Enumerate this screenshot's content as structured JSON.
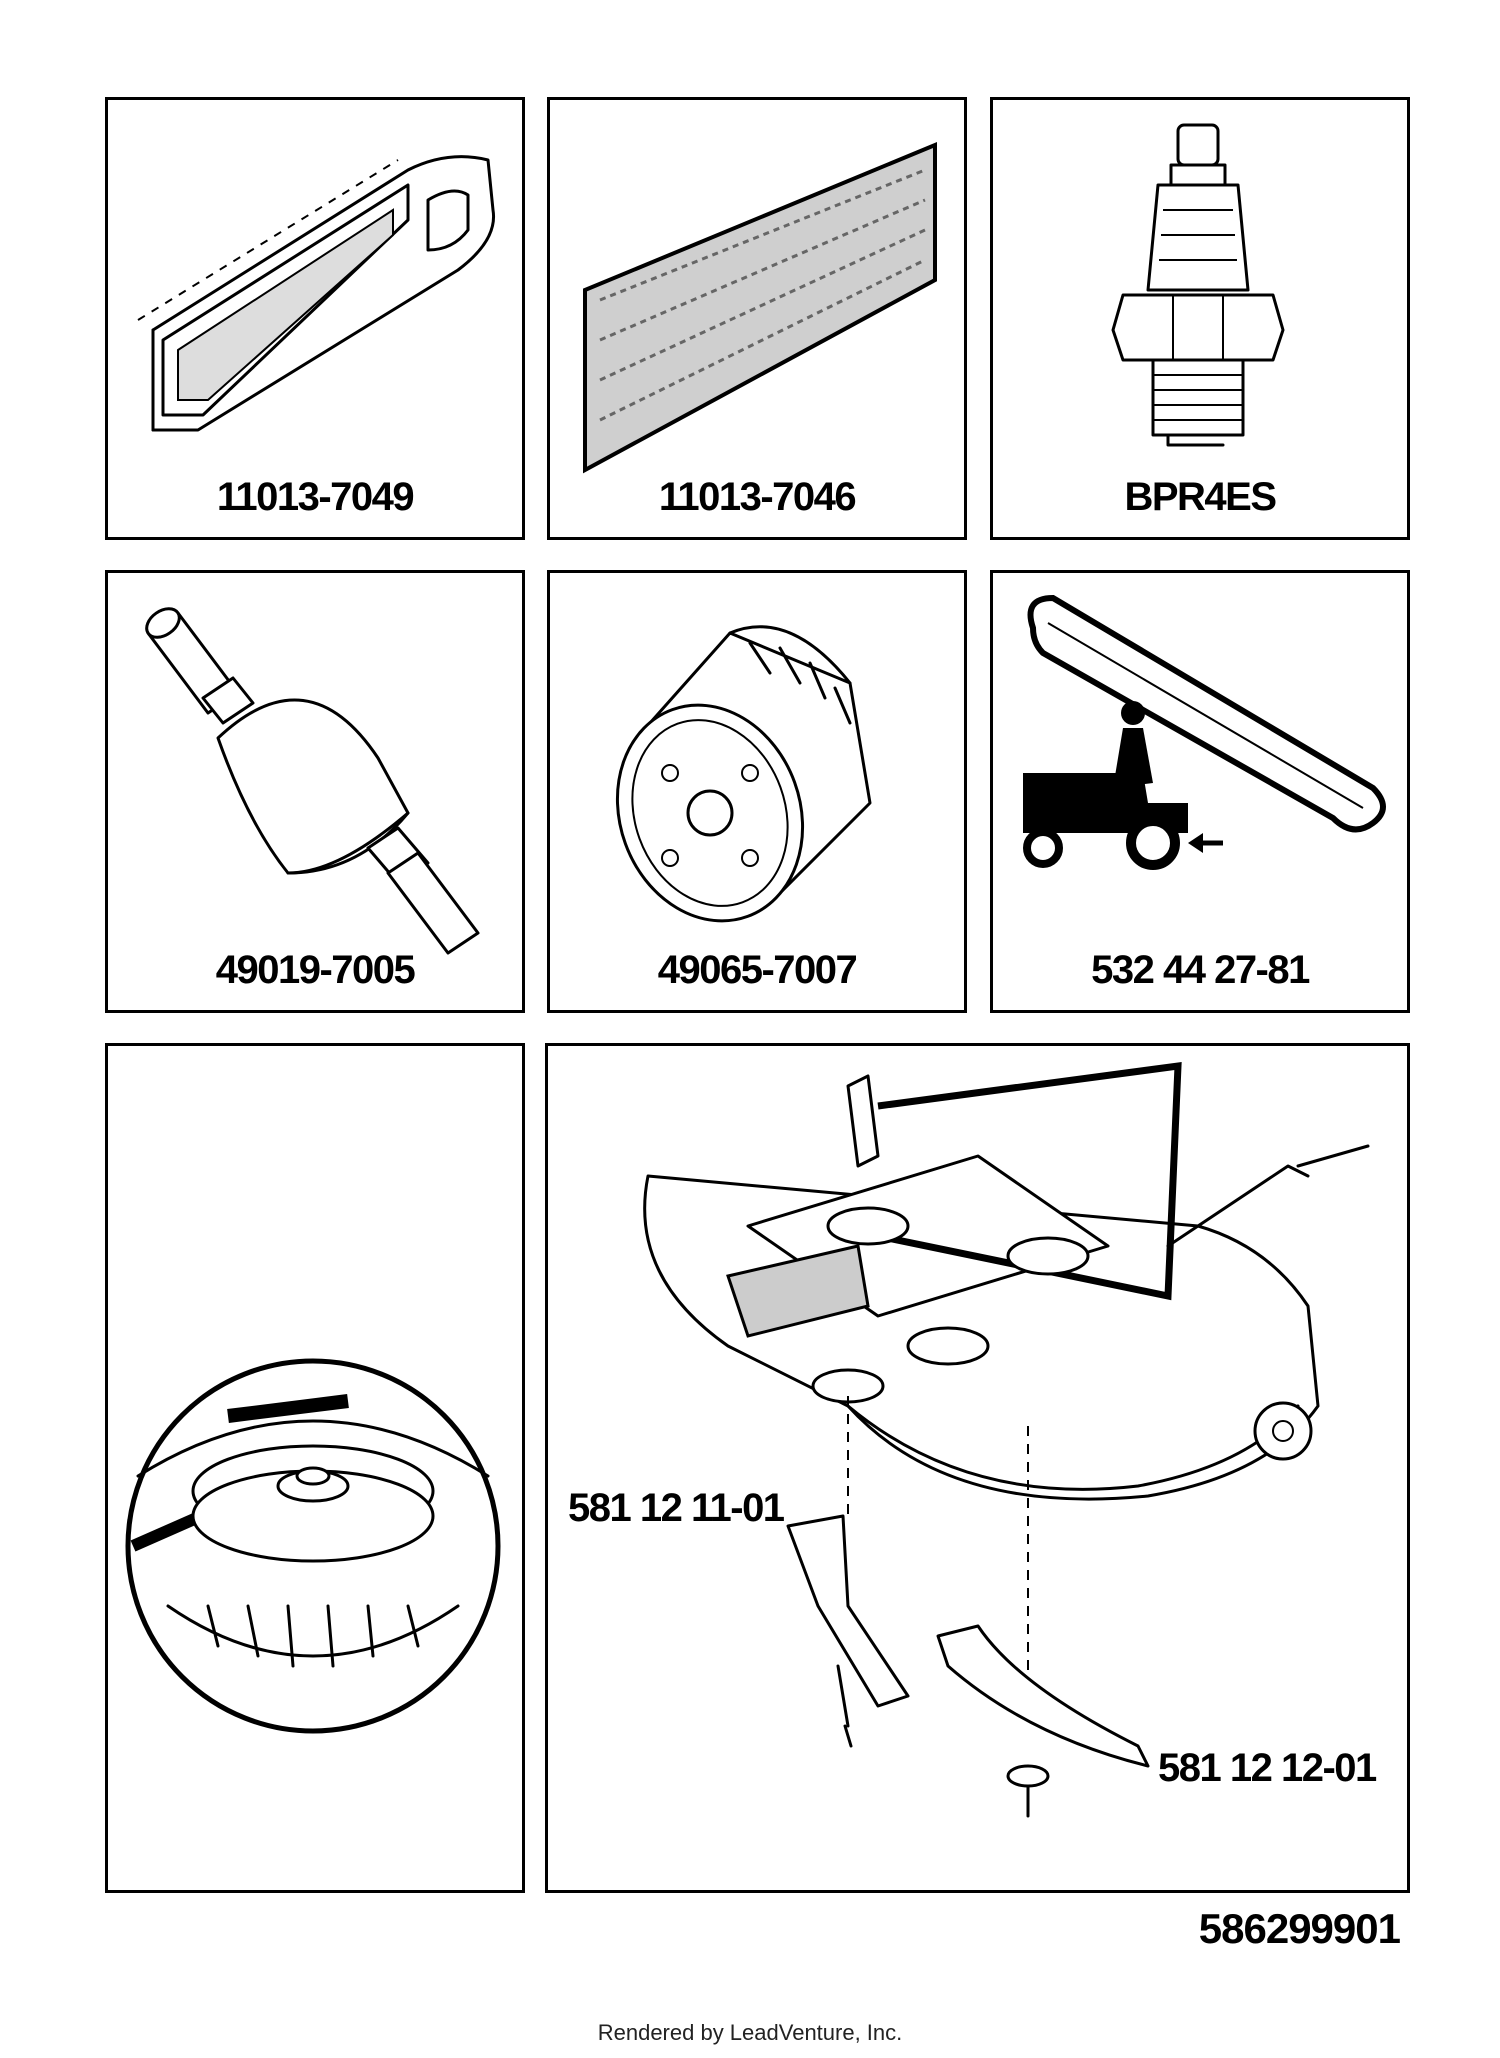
{
  "parts": [
    {
      "id": "air-filter",
      "label": "11013-7049",
      "icon": "air-filter-icon"
    },
    {
      "id": "pre-filter",
      "label": "11013-7046",
      "icon": "foam-pre-filter-icon"
    },
    {
      "id": "spark-plug",
      "label": "BPR4ES",
      "icon": "spark-plug-icon"
    },
    {
      "id": "fuel-filter",
      "label": "49019-7005",
      "icon": "fuel-filter-icon"
    },
    {
      "id": "oil-filter",
      "label": "49065-7007",
      "icon": "oil-filter-icon"
    },
    {
      "id": "drive-belt",
      "label": "532 44 27-81",
      "icon": "drive-belt-icon"
    }
  ],
  "deck": {
    "blade_left_label": "581 12 11-01",
    "blade_right_label": "581 12 12-01"
  },
  "diagram_number": "586299901",
  "footer": "Rendered by LeadVenture, Inc."
}
